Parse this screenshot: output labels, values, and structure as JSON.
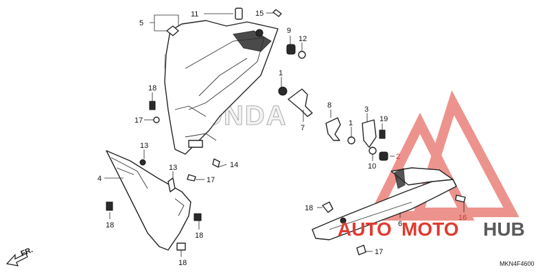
{
  "diagram": {
    "code": "MKN4F4600",
    "direction_label": "FR.",
    "brand_ghost": "HONDA",
    "watermark": {
      "part1": "AUTO",
      "part2": "MOTO",
      "part3": "HUB",
      "colors": {
        "red": "#e03c31",
        "gray": "#5a5a5a"
      }
    },
    "callouts": [
      {
        "id": "c5",
        "label": "5"
      },
      {
        "id": "c11",
        "label": "11"
      },
      {
        "id": "c15",
        "label": "15"
      },
      {
        "id": "c9",
        "label": "9"
      },
      {
        "id": "c12",
        "label": "12"
      },
      {
        "id": "c1a",
        "label": "1"
      },
      {
        "id": "c18a",
        "label": "18"
      },
      {
        "id": "c17a",
        "label": "17"
      },
      {
        "id": "c7",
        "label": "7"
      },
      {
        "id": "c8",
        "label": "8"
      },
      {
        "id": "c3",
        "label": "3"
      },
      {
        "id": "c19",
        "label": "19"
      },
      {
        "id": "c1b",
        "label": "1"
      },
      {
        "id": "c2",
        "label": "2"
      },
      {
        "id": "c10",
        "label": "10"
      },
      {
        "id": "c13a",
        "label": "13"
      },
      {
        "id": "c14",
        "label": "14"
      },
      {
        "id": "c13b",
        "label": "13"
      },
      {
        "id": "c4",
        "label": "4"
      },
      {
        "id": "c17b",
        "label": "17"
      },
      {
        "id": "c18b",
        "label": "18"
      },
      {
        "id": "c18c",
        "label": "18"
      },
      {
        "id": "c18d",
        "label": "18"
      },
      {
        "id": "c18e",
        "label": "18"
      },
      {
        "id": "c6",
        "label": "6"
      },
      {
        "id": "c16",
        "label": "16"
      },
      {
        "id": "c17c",
        "label": "17"
      }
    ]
  }
}
